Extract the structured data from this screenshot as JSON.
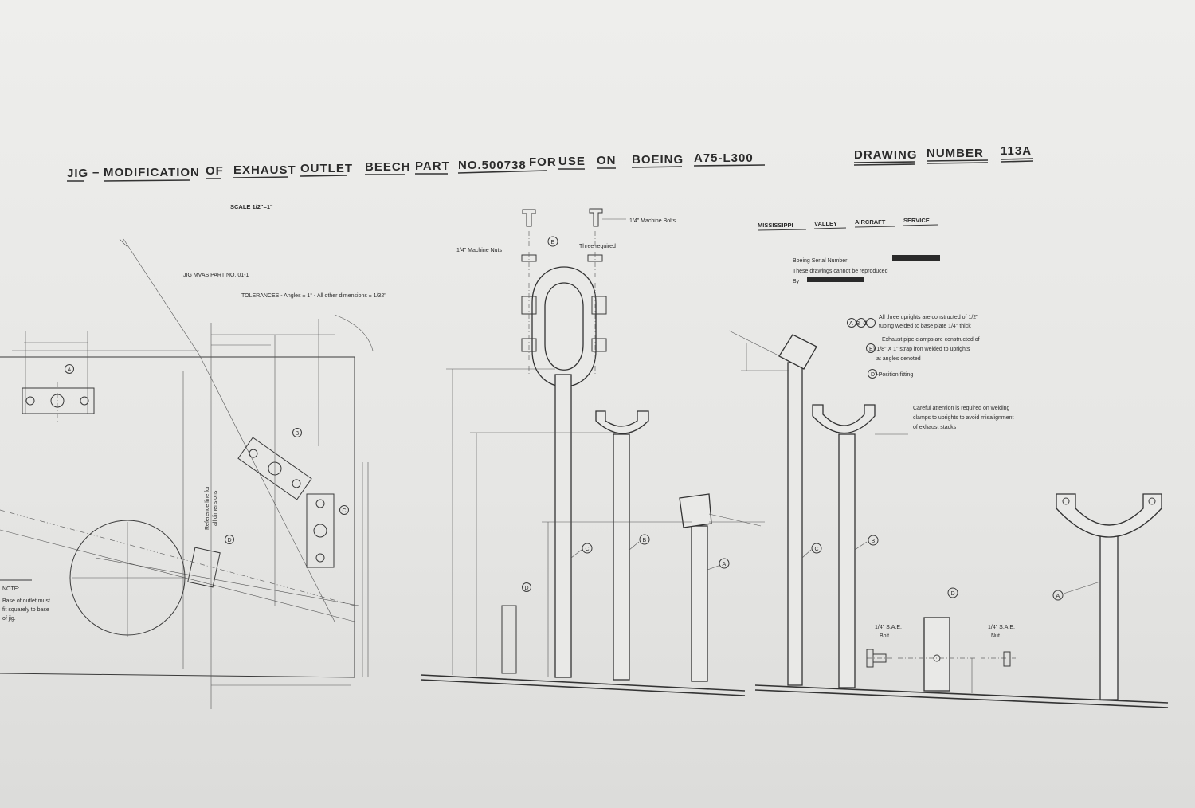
{
  "title": {
    "jig": "JIG",
    "dash": "–",
    "modification": "MODIFICATION",
    "of": "OF",
    "exhaust": "EXHAUST",
    "outlet": "OUTLET",
    "beech": "BEECH",
    "part": "PART",
    "no": "NO.500738",
    "for": "FOR",
    "use": "USE",
    "on": "ON",
    "boeing": "BOEING",
    "model": "A75-L300"
  },
  "drawing_number": {
    "drawing": "DRAWING",
    "number": "NUMBER",
    "value": "113A"
  },
  "scale": "SCALE  1/2\"=1\"",
  "jig_part": "JIG  MVAS  PART  NO. 01-1",
  "tolerances": "TOLERANCES - Angles ± 1° - All other dimensions ± 1/32\"",
  "company": {
    "mississippi": "MISSISSIPPI",
    "valley": "VALLEY",
    "aircraft": "AIRCRAFT",
    "service": "SERVICE"
  },
  "boeing_serial": "Boeing  Serial  Number",
  "not_reproduced": "These  drawings  cannot  be  reproduced",
  "by": "By",
  "hardware": {
    "machine_bolts": "1/4\" Machine Bolts",
    "machine_nuts": "1/4\" Machine Nuts",
    "three_required": "Three required"
  },
  "notes": {
    "abc_line1": "All three uprights are constructed of 1/2\"",
    "abc_line2": "tubing welded to base plate 1/4\" thick",
    "e_line0": "Exhaust pipe clamps are constructed of",
    "e_line1": "E)-1/8\" X 1\" strap iron welded to uprights",
    "e_line2": "at angles denoted",
    "d_line": "D)-Position fitting",
    "careful1": "Careful attention is required on welding",
    "careful2": "clamps to uprights to avoid misalignment",
    "careful3": "of exhaust stacks"
  },
  "note_box": {
    "heading": "NOTE:",
    "line1": "Base of outlet must",
    "line2": "fit squarely to base",
    "line3": "of jig."
  },
  "reference": {
    "line1": "Reference line for",
    "line2": "all dimensions"
  },
  "sae": {
    "bolt1": "1/4\" S.A.E.",
    "bolt2": "Bolt",
    "nut1": "1/4\" S.A.E.",
    "nut2": "Nut"
  },
  "callouts": {
    "a": "A",
    "b": "B",
    "c": "C",
    "d": "D",
    "e": "E",
    "abc": "ABC"
  }
}
